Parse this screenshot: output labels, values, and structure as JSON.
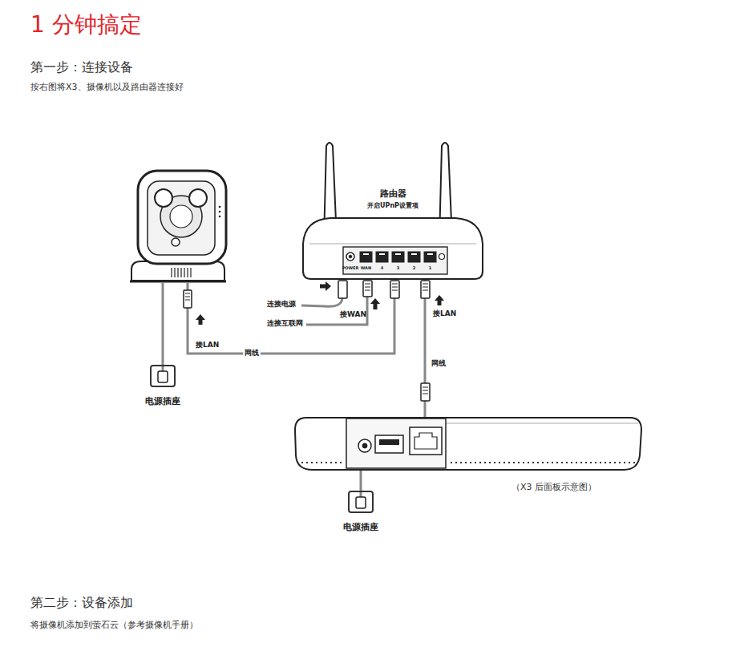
{
  "diagram": {
    "title": "1 分钟搞定",
    "nodes": [
      {
        "text": [
          "路由器",
          "开启UPnP设置项"
        ]
      },
      {
        "text": [
          "电源插座"
        ]
      },
      {
        "text": [
          "（X3 后面板示意图）"
        ]
      },
      {
        "text": [
          "电源插座"
        ]
      }
    ],
    "edges": [
      {
        "from": 0,
        "to": 2,
        "label": "网线",
        "arrow": "none"
      },
      {
        "from": 3,
        "to": 2,
        "arrow": "none"
      }
    ],
    "labels": [
      "第一步：连接设备",
      "按右图将X3、摄像机以及路由器连接好",
      "连接电源",
      "连接互联网",
      "接WAN",
      "接LAN",
      "网线",
      "接LAN",
      "POWER",
      "WAN",
      "4",
      "3",
      "2",
      "1",
      "第二步：设备添加",
      "将摄像机添加到萤石云（参考摄像机手册）"
    ]
  }
}
